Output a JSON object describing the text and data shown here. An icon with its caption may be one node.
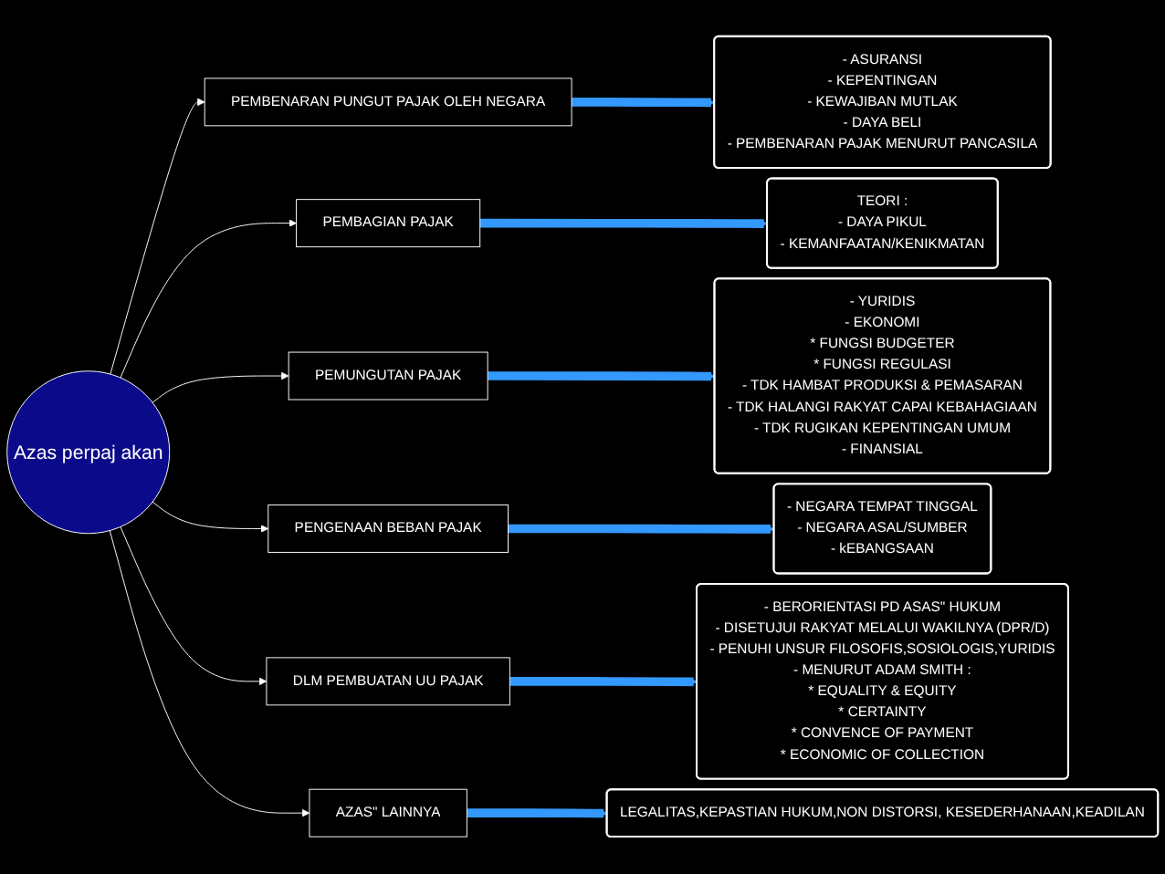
{
  "diagram": {
    "nodes": [
      {
        "text": [
          "Azas perpaj akan"
        ]
      },
      {
        "text": [
          "PEMBENARAN PUNGUT PAJAK OLEH NEGARA"
        ]
      },
      {
        "text": [
          "- ASURANSI",
          "- KEPENTINGAN",
          "- KEWAJIBAN MUTLAK",
          "- DAYA BELI",
          "- PEMBENARAN PAJAK MENURUT PANCASILA"
        ]
      },
      {
        "text": [
          "PEMBAGIAN PAJAK"
        ]
      },
      {
        "text": [
          "TEORI :",
          "- DAYA PIKUL",
          "- KEMANFAATAN/KENIKMATAN"
        ]
      },
      {
        "text": [
          "PEMUNGUTAN PAJAK"
        ]
      },
      {
        "text": [
          "- YURIDIS",
          "- EKONOMI",
          "* FUNGSI BUDGETER",
          "* FUNGSI REGULASI",
          "- TDK HAMBAT PRODUKSI & PEMASARAN",
          "- TDK HALANGI RAKYAT CAPAI KEBAHAGIAAN",
          "- TDK RUGIKAN KEPENTINGAN UMUM",
          "- FINANSIAL"
        ]
      },
      {
        "text": [
          "PENGENAAN BEBAN PAJAK"
        ]
      },
      {
        "text": [
          "- NEGARA TEMPAT TINGGAL",
          "- NEGARA ASAL/SUMBER",
          "- kEBANGSAAN"
        ]
      },
      {
        "text": [
          "DLM PEMBUATAN UU PAJAK"
        ]
      },
      {
        "text": [
          "- BERORIENTASI PD ASAS\" HUKUM",
          "- DISETUJUI RAKYAT MELALUI WAKILNYA (DPR/D)",
          "- PENUHI UNSUR FILOSOFIS,SOSIOLOGIS,YURIDIS",
          "- MENURUT ADAM SMITH :",
          "* EQUALITY & EQUITY",
          "* CERTAINTY",
          "* CONVENCE OF PAYMENT",
          "* ECONOMIC OF COLLECTION"
        ]
      },
      {
        "text": [
          "AZAS\" LAINNYA"
        ]
      },
      {
        "text": [
          "LEGALITAS,KEPASTIAN HUKUM,NON DISTORSI, KESEDERHANAAN,KEADILAN"
        ]
      }
    ],
    "edges": [
      {
        "from": 0,
        "to": 1,
        "arrow": "to"
      },
      {
        "from": 0,
        "to": 3,
        "arrow": "to"
      },
      {
        "from": 0,
        "to": 5,
        "arrow": "to"
      },
      {
        "from": 0,
        "to": 7,
        "arrow": "to"
      },
      {
        "from": 0,
        "to": 9,
        "arrow": "to"
      },
      {
        "from": 0,
        "to": 11,
        "arrow": "to"
      },
      {
        "from": 1,
        "to": 2,
        "arrow": "to",
        "style": "thick",
        "color": "#3399ff"
      },
      {
        "from": 3,
        "to": 4,
        "arrow": "to",
        "style": "thick",
        "color": "#3399ff"
      },
      {
        "from": 5,
        "to": 6,
        "arrow": "to",
        "style": "thick",
        "color": "#3399ff"
      },
      {
        "from": 7,
        "to": 8,
        "arrow": "to",
        "style": "thick",
        "color": "#3399ff"
      },
      {
        "from": 9,
        "to": 10,
        "arrow": "to",
        "style": "thick",
        "color": "#3399ff"
      },
      {
        "from": 11,
        "to": 12,
        "arrow": "to",
        "style": "thick",
        "color": "#3399ff"
      }
    ]
  }
}
